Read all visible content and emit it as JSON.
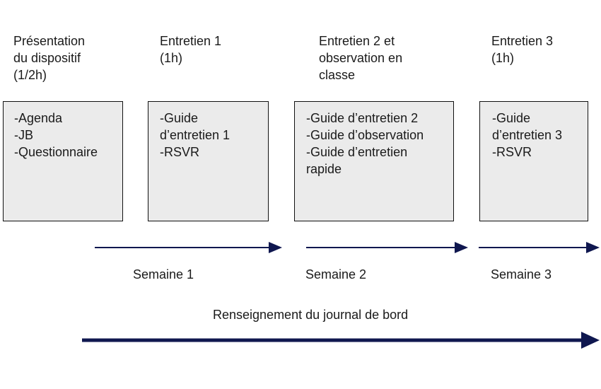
{
  "accent_color": "#0f174f",
  "box_fill": "#ebebeb",
  "steps": [
    {
      "heading": "Présentation\ndu dispositif\n(1/2h)",
      "items": [
        "-Agenda",
        "-JB",
        "-Questionnaire"
      ]
    },
    {
      "heading": "Entretien 1\n(1h)",
      "items": [
        "-Guide",
        "d’entretien 1",
        "-RSVR"
      ]
    },
    {
      "heading": "Entretien 2 et\nobservation en\nclasse",
      "items": [
        "-Guide d’entretien 2",
        "-Guide d’observation",
        "-Guide d’entretien",
        "rapide"
      ]
    },
    {
      "heading": "Entretien 3\n(1h)",
      "items": [
        "-Guide",
        "d’entretien 3",
        "-RSVR"
      ]
    }
  ],
  "weeks": [
    "Semaine 1",
    "Semaine 2",
    "Semaine 3"
  ],
  "journal_label": "Renseignement du journal de bord"
}
